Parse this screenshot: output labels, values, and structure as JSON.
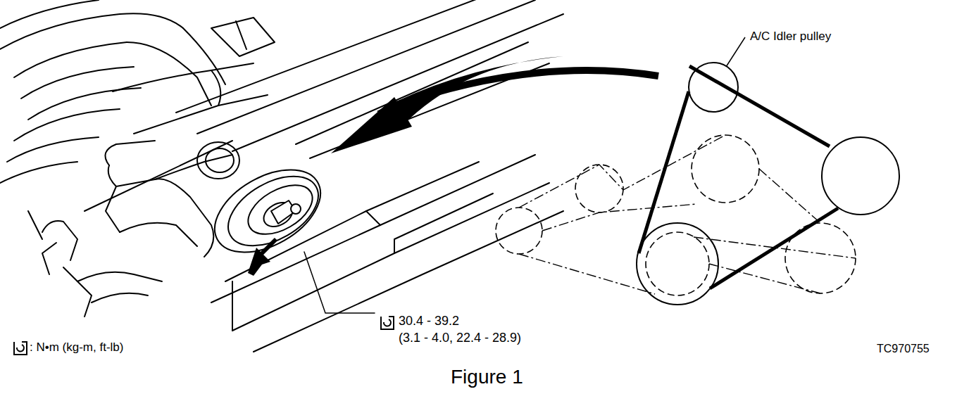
{
  "diagram": {
    "caption": "Figure 1",
    "labels": [
      "A/C Idler pulley",
      "30.4 - 39.2",
      "(3.1 - 4.0, 22.4 - 28.9)",
      ": N•m (kg-m, ft-lb)",
      "TC970755"
    ]
  }
}
